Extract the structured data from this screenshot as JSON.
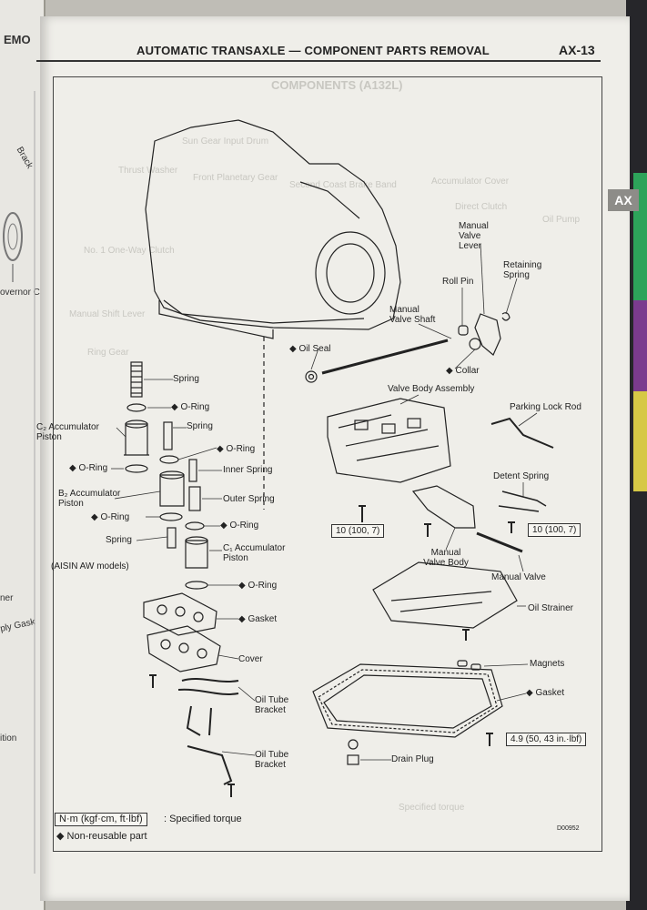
{
  "header": {
    "title": "AUTOMATIC TRANSAXLE — COMPONENT PARTS REMOVAL",
    "page_number": "AX-13"
  },
  "side_tab": {
    "label": "AX"
  },
  "left_page_fragments": [
    "EMO",
    "Brack",
    "overnor Co",
    "ner",
    "ply Gask",
    "ition"
  ],
  "labels": {
    "spring_top": "Spring",
    "o_ring_1": "◆ O-Ring",
    "spring_2": "Spring",
    "c2_accumulator_piston": "C₂ Accumulator Piston",
    "o_ring_2": "◆ O-Ring",
    "o_ring_3": "◆ O-Ring",
    "inner_spring": "Inner Spring",
    "b2_accumulator_piston": "B₂ Accumulator Piston",
    "outer_spring": "Outer Spring",
    "o_ring_4": "◆ O-Ring",
    "o_ring_5": "◆ O-Ring",
    "spring_3": "Spring",
    "c1_accumulator_piston": "C₁ Accumulator Piston",
    "aisin_aw_models": "(AISIN AW models)",
    "o_ring_6": "◆ O-Ring",
    "gasket_left": "◆ Gasket",
    "cover": "Cover",
    "oil_tube_bracket_1": "Oil Tube Bracket",
    "oil_tube_bracket_2": "Oil Tube Bracket",
    "manual_valve_lever": "Manual Valve Lever",
    "retaining_spring": "Retaining Spring",
    "roll_pin": "Roll Pin",
    "manual_valve_shaft": "Manual Valve Shaft",
    "oil_seal": "◆ Oil Seal",
    "collar": "◆ Collar",
    "valve_body_assembly": "Valve Body Assembly",
    "parking_lock_rod": "Parking Lock Rod",
    "detent_spring": "Detent Spring",
    "torque_vb_left": "10 (100, 7)",
    "torque_vb_right": "10 (100, 7)",
    "manual_valve_body": "Manual Valve Body",
    "manual_valve": "Manual Valve",
    "oil_strainer": "Oil Strainer",
    "magnets": "Magnets",
    "gasket_pan": "◆ Gasket",
    "torque_pan": "4.9 (50, 43 in.·lbf)",
    "drain_plug": "Drain Plug"
  },
  "legend": {
    "unit_box": "N·m (kgf·cm, ft·lbf)",
    "unit_text": ": Specified torque",
    "nonreusable": "◆ Non-reusable part"
  },
  "figure_code": "D00952",
  "ghost_text": {
    "title": "COMPONENTS (A132L)",
    "t1": "Sun Gear Input Drum",
    "t2": "Thrust Washer",
    "t3": "Front Planetary Gear",
    "t4": "Second Coast Brake Band",
    "t5": "Accumulator Cover",
    "t6": "Direct Clutch",
    "t7": "No. 1 One-Way Clutch",
    "t8": "Oil Pump",
    "t9": "Manual Shift Lever",
    "t10": "Ring Gear",
    "t11": "Specified torque"
  }
}
